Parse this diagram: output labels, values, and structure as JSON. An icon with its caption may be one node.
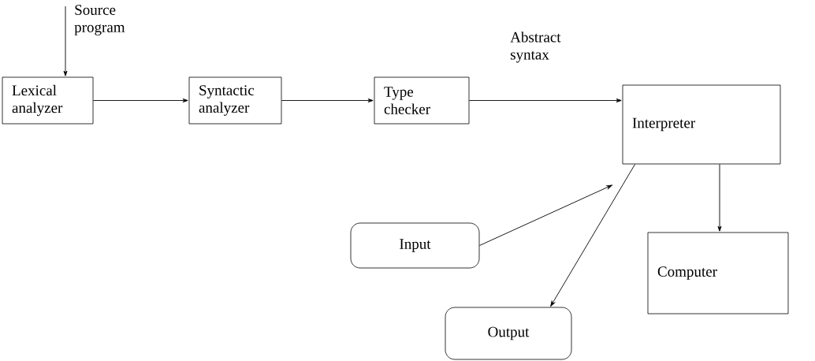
{
  "diagram": {
    "nodes": [
      {
        "text": [
          "Lexical analyzer"
        ]
      },
      {
        "text": [
          "Syntactic analyzer"
        ]
      },
      {
        "text": [
          "Type checker"
        ]
      },
      {
        "text": [
          "Interpreter"
        ]
      },
      {
        "text": [
          "Input"
        ]
      },
      {
        "text": [
          "Computer"
        ]
      },
      {
        "text": [
          "Output"
        ]
      }
    ],
    "edges": [
      {
        "from": null,
        "to": 0,
        "arrow": "to",
        "label": "Source program"
      },
      {
        "from": 0,
        "to": 1,
        "arrow": "to"
      },
      {
        "from": 1,
        "to": 2,
        "arrow": "to"
      },
      {
        "from": 2,
        "to": 3,
        "arrow": "to",
        "label": "Abstract syntax"
      },
      {
        "from": 4,
        "to": 3,
        "arrow": "to"
      },
      {
        "from": 3,
        "to": 6,
        "arrow": "to"
      },
      {
        "from": 3,
        "to": 5,
        "arrow": "to"
      }
    ]
  }
}
